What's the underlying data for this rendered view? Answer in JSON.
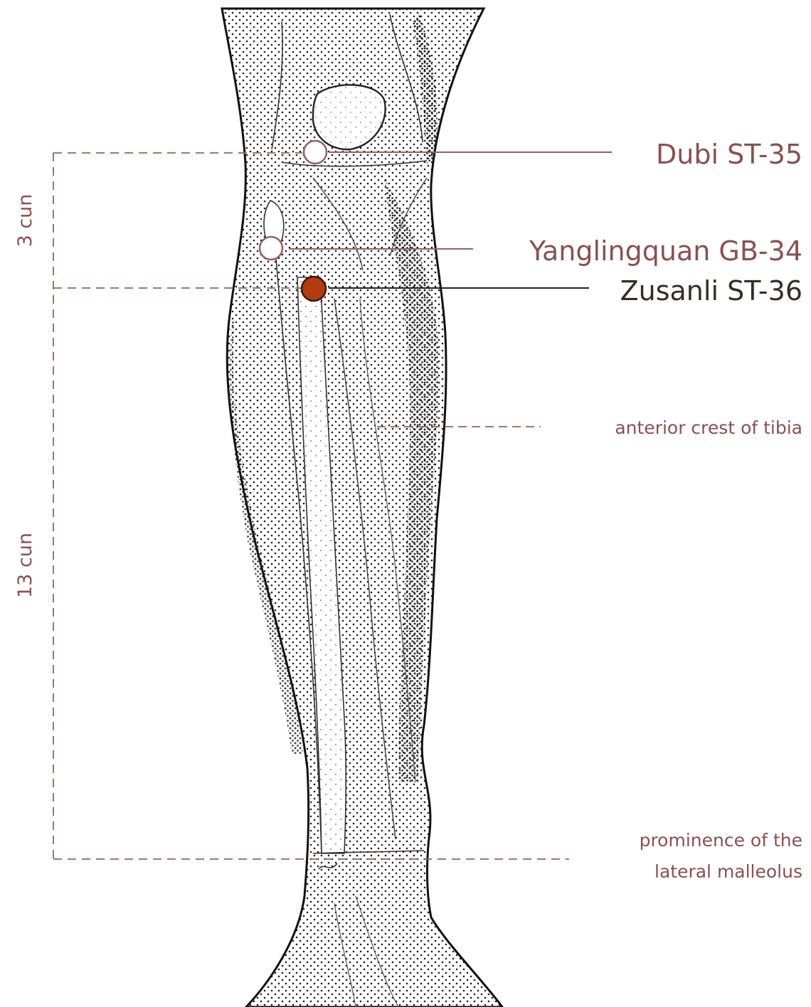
{
  "colors": {
    "accent": "#8a5050",
    "dark_label": "#3a2a2a",
    "point_fill": "#b43a10",
    "ink": "#1a1a1a"
  },
  "points": {
    "dubi": {
      "label": "Dubi ST-35",
      "style": "open"
    },
    "yanglingquan": {
      "label": "Yanglingquan GB-34",
      "style": "open"
    },
    "zusanli": {
      "label": "Zusanli ST-36",
      "style": "filled"
    }
  },
  "annotations": {
    "tibia": "anterior crest of tibia",
    "malleolus_line1": "prominence of the",
    "malleolus_line2": "lateral malleolus"
  },
  "dimensions": {
    "upper": "3 cun",
    "lower": "13 cun"
  },
  "icons": {
    "open_point": "hollow-circle",
    "active_point": "filled-circle"
  }
}
